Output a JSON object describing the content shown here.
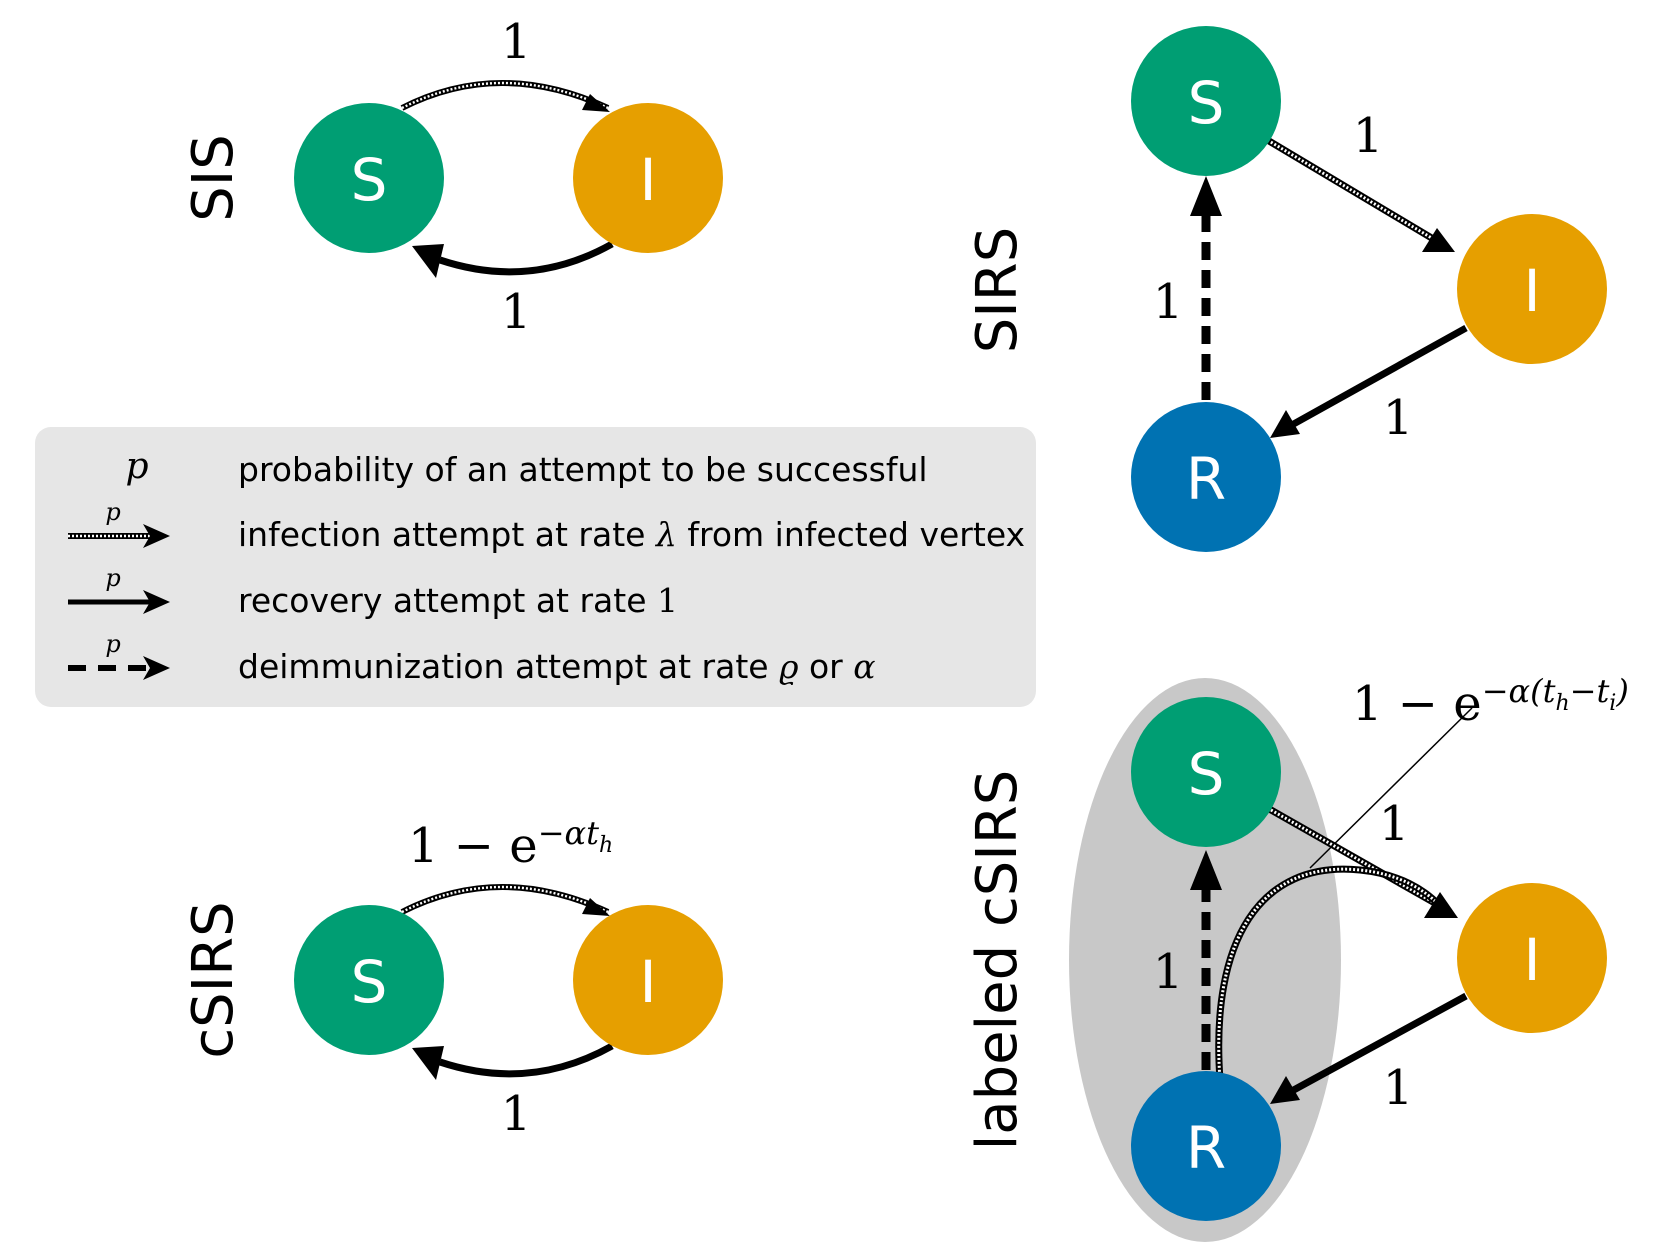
{
  "colors": {
    "S": "#009E73",
    "I": "#E69F00",
    "R": "#0072B2",
    "legend_bg": "#E6E6E6",
    "labeled_bg": "#C8C8C8"
  },
  "nodes": {
    "S": "S",
    "I": "I",
    "R": "R"
  },
  "panels": {
    "sis": {
      "label": "SIS",
      "infection_rate": "1",
      "recovery_rate": "1"
    },
    "sirs": {
      "label": "SIRS",
      "infection_rate": "1",
      "recovery_rate": "1",
      "deimmunization_rate": "1"
    },
    "csirs": {
      "label": "cSIRS",
      "infection_rate_base": "1 − e",
      "infection_rate_exp_alpha": "−αt",
      "infection_rate_exp_sub": "h",
      "recovery_rate": "1"
    },
    "labeled_csirs": {
      "label": "labeled cSIRS",
      "infection_rate": "1",
      "recovery_rate": "1",
      "deimmunization_rate": "1",
      "annotation_base": "1 − e",
      "annotation_exp_a": "−α(t",
      "annotation_exp_h": "h",
      "annotation_exp_mid": "−t",
      "annotation_exp_i": "i",
      "annotation_exp_close": ")"
    }
  },
  "legend": {
    "p_symbol": "p",
    "items": [
      {
        "symbol": "p",
        "text": "probability of an attempt to be successful"
      },
      {
        "symbol": "p",
        "text_before": "infection attempt at rate ",
        "math": "λ",
        "text_after": " from infected vertex"
      },
      {
        "symbol": "p",
        "text_before": "recovery attempt at rate ",
        "math": "1",
        "text_after": ""
      },
      {
        "symbol": "p",
        "text_before": "deimmunization attempt at rate ",
        "math": "ϱ",
        "text_mid": " or ",
        "math2": "α"
      }
    ]
  }
}
